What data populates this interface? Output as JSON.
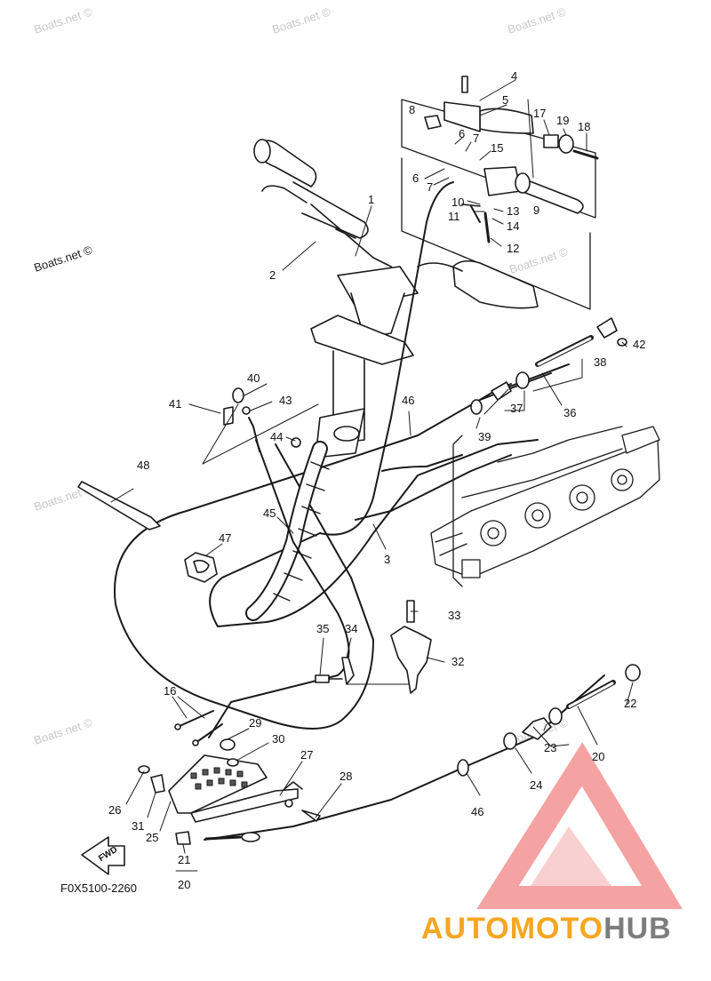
{
  "watermarks": [
    "Boats.net ©",
    "Boats.net ©",
    "Boats.net ©",
    "Boats.net ©",
    "Boats.net ©",
    "Boats.net ©",
    "Boats.net ©",
    "Boats.net ©"
  ],
  "diagram_code": "F0X5100-2260",
  "fwd_label": "FWD",
  "brand": {
    "part1": "AUTOMOTO",
    "part2": "HUB",
    "color1": "#f5a623",
    "color2": "#7d7d7d",
    "logo_color": "#e88888"
  },
  "callouts": {
    "c1": "1",
    "c2": "2",
    "c3": "3",
    "c4": "4",
    "c5": "5",
    "c6a": "6",
    "c6b": "6",
    "c7a": "7",
    "c7b": "7",
    "c8": "8",
    "c9": "9",
    "c10": "10",
    "c11": "11",
    "c12": "12",
    "c13": "13",
    "c14": "14",
    "c15": "15",
    "c16": "16",
    "c17": "17",
    "c18": "18",
    "c19": "19",
    "c20a": "20",
    "c20b": "20",
    "c21": "21",
    "c22": "22",
    "c23": "23",
    "c24": "24",
    "c25": "25",
    "c26": "26",
    "c27": "27",
    "c28": "28",
    "c29": "29",
    "c30": "30",
    "c31": "31",
    "c32": "32",
    "c33": "33",
    "c34": "34",
    "c35": "35",
    "c36": "36",
    "c37": "37",
    "c38": "38",
    "c39": "39",
    "c40": "40",
    "c41": "41",
    "c42": "42",
    "c43": "43",
    "c44": "44",
    "c45": "45",
    "c46a": "46",
    "c46b": "46",
    "c47": "47",
    "c48": "48"
  }
}
